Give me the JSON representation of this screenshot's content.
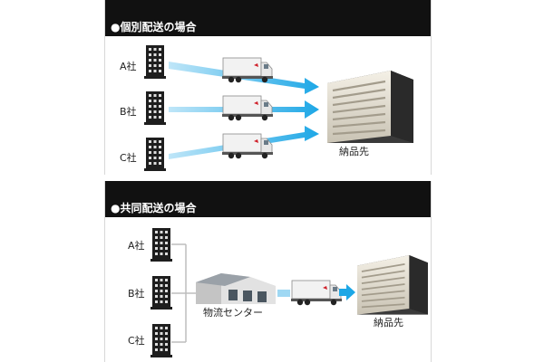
{
  "individual": {
    "title": "●個別配送の場合",
    "companies": [
      "A社",
      "B社",
      "C社"
    ],
    "destination": "納品先"
  },
  "joint": {
    "title": "●共同配送の場合",
    "companies": [
      "A社",
      "B社",
      "C社"
    ],
    "center": "物流センター",
    "destination": "納品先"
  },
  "colors": {
    "arrow": "#1da7e6",
    "header": "#111111",
    "building": "#1e1e1e"
  }
}
